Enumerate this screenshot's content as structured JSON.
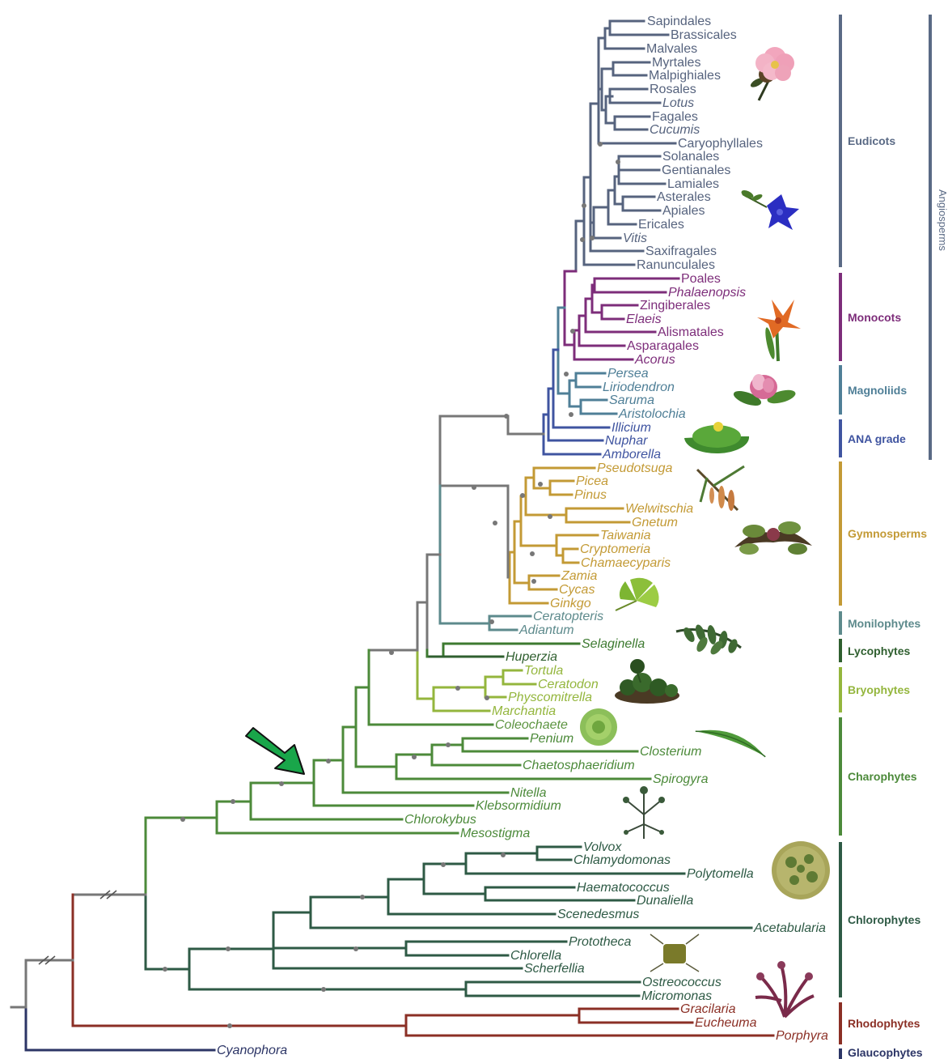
{
  "taxa": [
    {
      "name": "Sapindales",
      "italic": false,
      "color": "#56637e"
    },
    {
      "name": "Brassicales",
      "italic": false,
      "color": "#56637e"
    },
    {
      "name": "Malvales",
      "italic": false,
      "color": "#56637e"
    },
    {
      "name": "Myrtales",
      "italic": false,
      "color": "#56637e"
    },
    {
      "name": "Malpighiales",
      "italic": false,
      "color": "#56637e"
    },
    {
      "name": "Rosales",
      "italic": false,
      "color": "#56637e"
    },
    {
      "name": "Lotus",
      "italic": true,
      "color": "#56637e"
    },
    {
      "name": "Fagales",
      "italic": false,
      "color": "#56637e"
    },
    {
      "name": "Cucumis",
      "italic": true,
      "color": "#56637e"
    },
    {
      "name": "Caryophyllales",
      "italic": false,
      "color": "#56637e"
    },
    {
      "name": "Solanales",
      "italic": false,
      "color": "#56637e"
    },
    {
      "name": "Gentianales",
      "italic": false,
      "color": "#56637e"
    },
    {
      "name": "Lamiales",
      "italic": false,
      "color": "#56637e"
    },
    {
      "name": "Asterales",
      "italic": false,
      "color": "#56637e"
    },
    {
      "name": "Apiales",
      "italic": false,
      "color": "#56637e"
    },
    {
      "name": "Ericales",
      "italic": false,
      "color": "#56637e"
    },
    {
      "name": "Vitis",
      "italic": true,
      "color": "#56637e"
    },
    {
      "name": "Saxifragales",
      "italic": false,
      "color": "#56637e"
    },
    {
      "name": "Ranunculales",
      "italic": false,
      "color": "#56637e"
    },
    {
      "name": "Poales",
      "italic": false,
      "color": "#7d2d7a"
    },
    {
      "name": "Phalaenopsis",
      "italic": true,
      "color": "#7d2d7a"
    },
    {
      "name": "Zingiberales",
      "italic": false,
      "color": "#7d2d7a"
    },
    {
      "name": "Elaeis",
      "italic": true,
      "color": "#7d2d7a"
    },
    {
      "name": "Alismatales",
      "italic": false,
      "color": "#7d2d7a"
    },
    {
      "name": "Asparagales",
      "italic": false,
      "color": "#7d2d7a"
    },
    {
      "name": "Acorus",
      "italic": true,
      "color": "#7d2d7a"
    },
    {
      "name": "Persea",
      "italic": true,
      "color": "#4f7f97"
    },
    {
      "name": "Liriodendron",
      "italic": true,
      "color": "#4f7f97"
    },
    {
      "name": "Saruma",
      "italic": true,
      "color": "#4f7f97"
    },
    {
      "name": "Aristolochia",
      "italic": true,
      "color": "#4f7f97"
    },
    {
      "name": "Illicium",
      "italic": true,
      "color": "#3f54a0"
    },
    {
      "name": "Nuphar",
      "italic": true,
      "color": "#3f54a0"
    },
    {
      "name": "Amborella",
      "italic": true,
      "color": "#3f54a0"
    },
    {
      "name": "Pseudotsuga",
      "italic": true,
      "color": "#c39a35"
    },
    {
      "name": "Picea",
      "italic": true,
      "color": "#c39a35"
    },
    {
      "name": "Pinus",
      "italic": true,
      "color": "#c39a35"
    },
    {
      "name": "Welwitschia",
      "italic": true,
      "color": "#c39a35"
    },
    {
      "name": "Gnetum",
      "italic": true,
      "color": "#c39a35"
    },
    {
      "name": "Taiwania",
      "italic": true,
      "color": "#c39a35"
    },
    {
      "name": "Cryptomeria",
      "italic": true,
      "color": "#c39a35"
    },
    {
      "name": "Chamaecyparis",
      "italic": true,
      "color": "#c39a35"
    },
    {
      "name": "Zamia",
      "italic": true,
      "color": "#c39a35"
    },
    {
      "name": "Cycas",
      "italic": true,
      "color": "#c39a35"
    },
    {
      "name": "Ginkgo",
      "italic": true,
      "color": "#c39a35"
    },
    {
      "name": "Ceratopteris",
      "italic": true,
      "color": "#5d8a8c"
    },
    {
      "name": "Adiantum",
      "italic": true,
      "color": "#5d8a8c"
    },
    {
      "name": "Selaginella",
      "italic": true,
      "color": "#3d7a30"
    },
    {
      "name": "Huperzia",
      "italic": true,
      "color": "#2f5f2f"
    },
    {
      "name": "Tortula",
      "italic": true,
      "color": "#94b63d"
    },
    {
      "name": "Ceratodon",
      "italic": true,
      "color": "#94b63d"
    },
    {
      "name": "Physcomitrella",
      "italic": true,
      "color": "#94b63d"
    },
    {
      "name": "Marchantia",
      "italic": true,
      "color": "#94b63d"
    },
    {
      "name": "Coleochaete",
      "italic": true,
      "color": "#5c9440"
    },
    {
      "name": "Penium",
      "italic": true,
      "color": "#4c8a3a"
    },
    {
      "name": "Closterium",
      "italic": true,
      "color": "#4c8a3a"
    },
    {
      "name": "Chaetosphaeridium",
      "italic": true,
      "color": "#4c8a3a"
    },
    {
      "name": "Spirogyra",
      "italic": true,
      "color": "#4c8a3a"
    },
    {
      "name": "Nitella",
      "italic": true,
      "color": "#4c8a3a"
    },
    {
      "name": "Klebsormidium",
      "italic": true,
      "color": "#4c8a3a"
    },
    {
      "name": "Chlorokybus",
      "italic": true,
      "color": "#4c8a3a"
    },
    {
      "name": "Mesostigma",
      "italic": true,
      "color": "#4c8a3a"
    },
    {
      "name": "Volvox",
      "italic": true,
      "color": "#2e5a45"
    },
    {
      "name": "Chlamydomonas",
      "italic": true,
      "color": "#2e5a45"
    },
    {
      "name": "Polytomella",
      "italic": true,
      "color": "#2e5a45"
    },
    {
      "name": "Haematococcus",
      "italic": true,
      "color": "#2e5a45"
    },
    {
      "name": "Dunaliella",
      "italic": true,
      "color": "#2e5a45"
    },
    {
      "name": "Scenedesmus",
      "italic": true,
      "color": "#2e5a45"
    },
    {
      "name": "Acetabularia",
      "italic": true,
      "color": "#2e5a45"
    },
    {
      "name": "Prototheca",
      "italic": true,
      "color": "#2e5a45"
    },
    {
      "name": "Chlorella",
      "italic": true,
      "color": "#2e5a45"
    },
    {
      "name": "Scherfellia",
      "italic": true,
      "color": "#2e5a45"
    },
    {
      "name": "Ostreococcus",
      "italic": true,
      "color": "#2e5a45"
    },
    {
      "name": "Micromonas",
      "italic": true,
      "color": "#2e5a45"
    },
    {
      "name": "Gracilaria",
      "italic": true,
      "color": "#8b2f25"
    },
    {
      "name": "Eucheuma",
      "italic": true,
      "color": "#8b2f25"
    },
    {
      "name": "Porphyra",
      "italic": true,
      "color": "#8b2f25"
    },
    {
      "name": "Cyanophora",
      "italic": true,
      "color": "#2c3566"
    }
  ],
  "clades": [
    {
      "name": "Eudicots",
      "color": "#5a6a85"
    },
    {
      "name": "Monocots",
      "color": "#7d2d7a"
    },
    {
      "name": "Magnoliids",
      "color": "#4f7f97"
    },
    {
      "name": "ANA grade",
      "color": "#3f54a0"
    },
    {
      "name": "Gymnosperms",
      "color": "#c39a35"
    },
    {
      "name": "Monilophytes",
      "color": "#5d8a8c"
    },
    {
      "name": "Lycophytes",
      "color": "#2f5f2f"
    },
    {
      "name": "Bryophytes",
      "color": "#94b63d"
    },
    {
      "name": "Charophytes",
      "color": "#4c8a3a"
    },
    {
      "name": "Chlorophytes",
      "color": "#2e5a45"
    },
    {
      "name": "Rhodophytes",
      "color": "#8b2f25"
    },
    {
      "name": "Glaucophytes",
      "color": "#2c3566"
    }
  ],
  "angiosperms": {
    "name": "Angiosperms",
    "color": "#5a6a85"
  },
  "colors": {
    "backbone": "#777777",
    "arrow": "#19a64a"
  },
  "icons": [
    "rose-flower-icon",
    "bellflower-icon",
    "lily-flower-icon",
    "magnolia-flower-icon",
    "water-lily-icon",
    "conifer-branch-icon",
    "welwitschia-icon",
    "ginkgo-leaf-icon",
    "fern-frond-icon",
    "moss-icon",
    "coleochaete-disc-icon",
    "closterium-cell-icon",
    "nitella-icon",
    "volvox-colony-icon",
    "scherfellia-icon",
    "red-alga-icon",
    "arrow-icon"
  ]
}
